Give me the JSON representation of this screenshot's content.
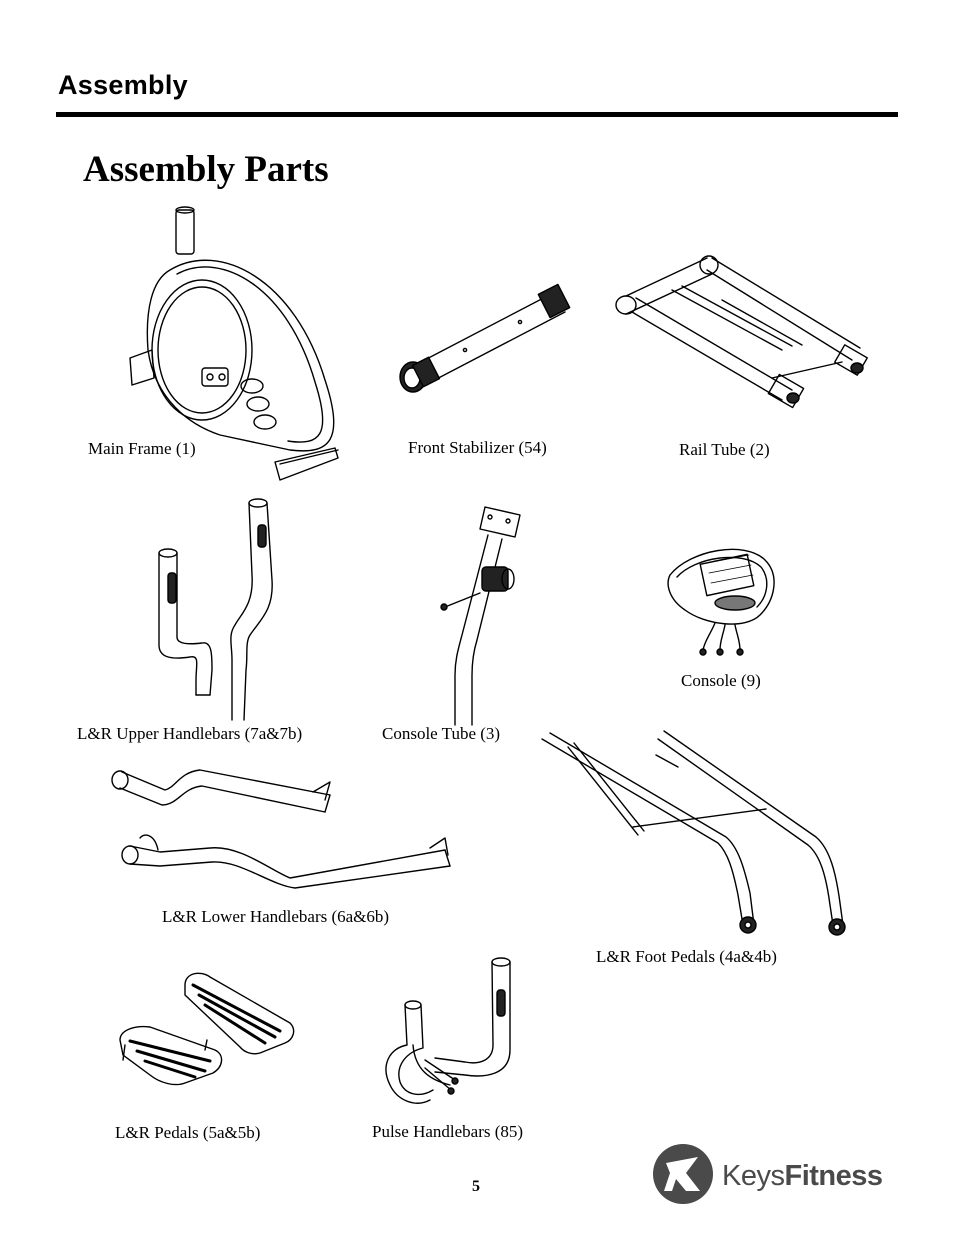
{
  "header": {
    "section_title": "Assembly"
  },
  "page_title": "Assembly Parts",
  "parts": [
    {
      "label": "Main Frame (1)"
    },
    {
      "label": "Front Stabilizer (54)"
    },
    {
      "label": "Rail Tube (2)"
    },
    {
      "label": "L&R Upper Handlebars (7a&7b)"
    },
    {
      "label": "Console Tube (3)"
    },
    {
      "label": "Console (9)"
    },
    {
      "label": "L&R Lower Handlebars (6a&6b)"
    },
    {
      "label": "L&R Foot Pedals (4a&4b)"
    },
    {
      "label": "L&R Pedals (5a&5b)"
    },
    {
      "label": "Pulse Handlebars (85)"
    }
  ],
  "footer": {
    "page_number": "5",
    "logo_text_light": "Keys",
    "logo_text_bold": "Fitness"
  }
}
